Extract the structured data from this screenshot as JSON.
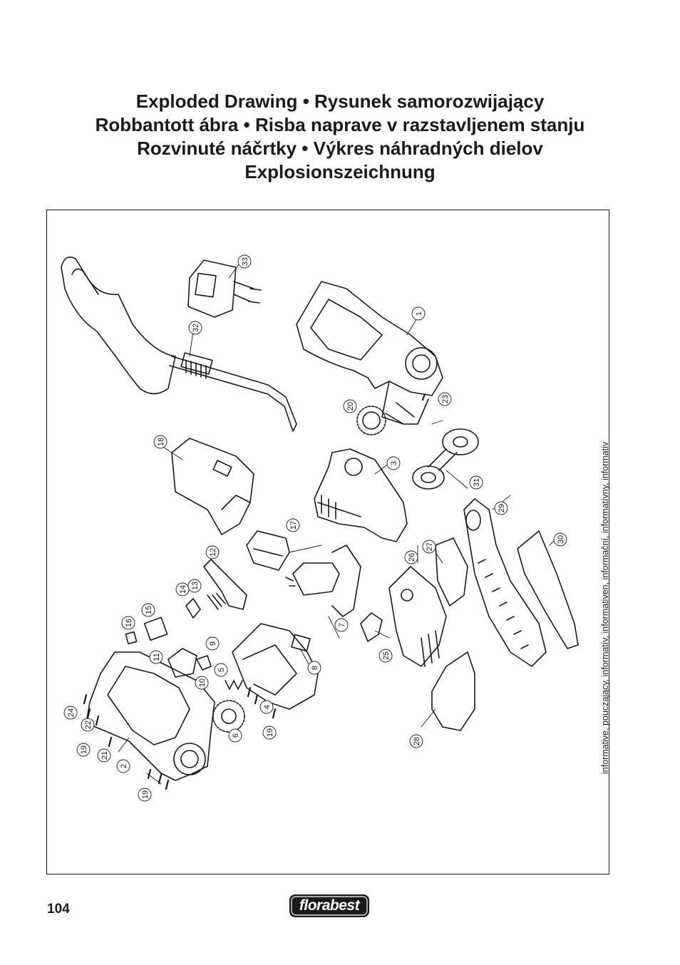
{
  "title_lines": [
    "Exploded Drawing • Rysunek samorozwijający",
    "Robbantott ábra • Risba naprave v razstavljenem stanju",
    "Rozvinuté náčrtky • Výkres náhradných dielov",
    "Explosionszeichnung"
  ],
  "side_note": "informative, pouczający, informatív, informativen, informační, informatívny, informativ",
  "page_number": "104",
  "logo_text": "florabest",
  "callouts": [
    {
      "label": "1"
    },
    {
      "label": "2"
    },
    {
      "label": "3"
    },
    {
      "label": "4"
    },
    {
      "label": "5"
    },
    {
      "label": "6"
    },
    {
      "label": "7"
    },
    {
      "label": "8"
    },
    {
      "label": "9"
    },
    {
      "label": "10"
    },
    {
      "label": "11"
    },
    {
      "label": "12"
    },
    {
      "label": "13"
    },
    {
      "label": "14"
    },
    {
      "label": "15"
    },
    {
      "label": "16"
    },
    {
      "label": "17"
    },
    {
      "label": "18"
    },
    {
      "label": "19"
    },
    {
      "label": "19"
    },
    {
      "label": "19"
    },
    {
      "label": "20"
    },
    {
      "label": "21"
    },
    {
      "label": "22"
    },
    {
      "label": "23"
    },
    {
      "label": "24"
    },
    {
      "label": "25"
    },
    {
      "label": "26"
    },
    {
      "label": "27"
    },
    {
      "label": "28"
    },
    {
      "label": "29"
    },
    {
      "label": "30"
    },
    {
      "label": "31"
    },
    {
      "label": "32"
    },
    {
      "label": "33"
    }
  ],
  "colors": {
    "ink": "#1a1a1a",
    "paper": "#ffffff",
    "logo_bg": "#1a1a1a"
  }
}
